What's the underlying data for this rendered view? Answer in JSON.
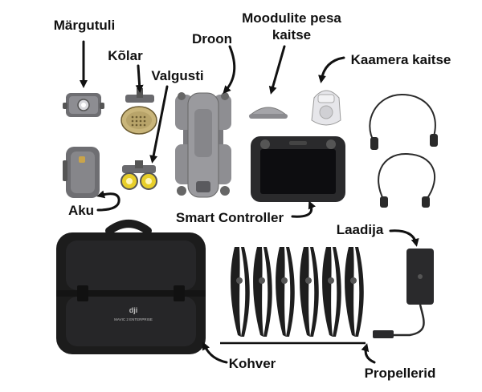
{
  "labels": {
    "margutuli": "Märgutuli",
    "kolar": "Kõlar",
    "droon": "Droon",
    "moodulite_line1": "Moodulite pesa",
    "moodulite_line2": "kaitse",
    "kaamera_kaitse": "Kaamera kaitse",
    "valgusti": "Valgusti",
    "aku": "Aku",
    "smart_controller": "Smart Controller",
    "laadija": "Laadija",
    "kohver": "Kohver",
    "propellerid": "Propellerid"
  },
  "brand": {
    "case_logo": "dji",
    "case_sub": "MAVIC 2 ENTERPRISE"
  },
  "colors": {
    "label": "#111111",
    "case": "#1c1c1c",
    "drone": "#8a8a8e",
    "accent_yellow": "#e8cf2a"
  }
}
